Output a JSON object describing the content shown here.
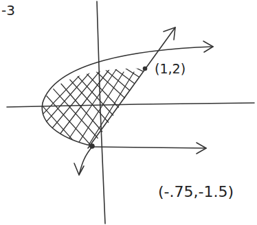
{
  "diagram": {
    "labels": [
      "-3",
      "(1,2)",
      "(-.75,-1.5)"
    ]
  }
}
